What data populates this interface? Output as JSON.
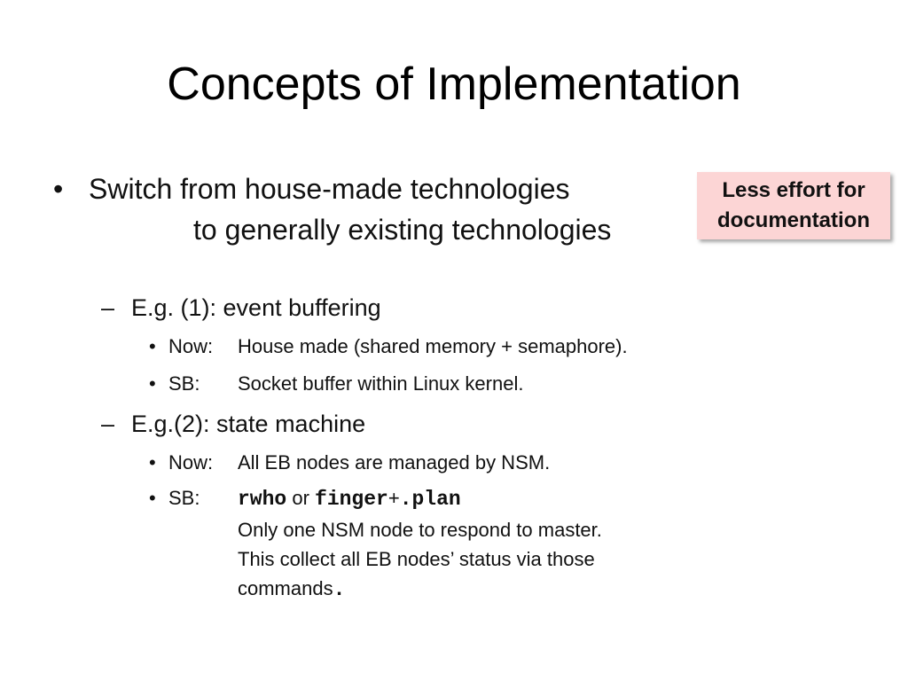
{
  "slide": {
    "title": "Concepts of Implementation",
    "main_bullet": {
      "line1": "Switch from house-made technologies",
      "line2": "to generally existing technologies"
    },
    "callout": {
      "line1": "Less effort for",
      "line2": "documentation",
      "color": "#fcd5d5"
    },
    "example1": {
      "heading": "E.g. (1):  event buffering",
      "items": [
        {
          "key": "Now:",
          "value": "House made (shared memory + semaphore)."
        },
        {
          "key": "SB:",
          "value": "Socket buffer within Linux kernel."
        }
      ]
    },
    "example2": {
      "heading": "E.g.(2):  state machine",
      "items": [
        {
          "key": "Now:",
          "value": "All EB nodes are managed by NSM."
        },
        {
          "key": "SB:",
          "cmd1": "rwho",
          "or": " or ",
          "cmd2": "finger",
          "plus": "+",
          "cmd3": ".plan",
          "line2": "Only one NSM node to respond to master.",
          "line3": "This collect all EB nodes’ status via those",
          "line4": "commands",
          "period": "."
        }
      ]
    }
  }
}
